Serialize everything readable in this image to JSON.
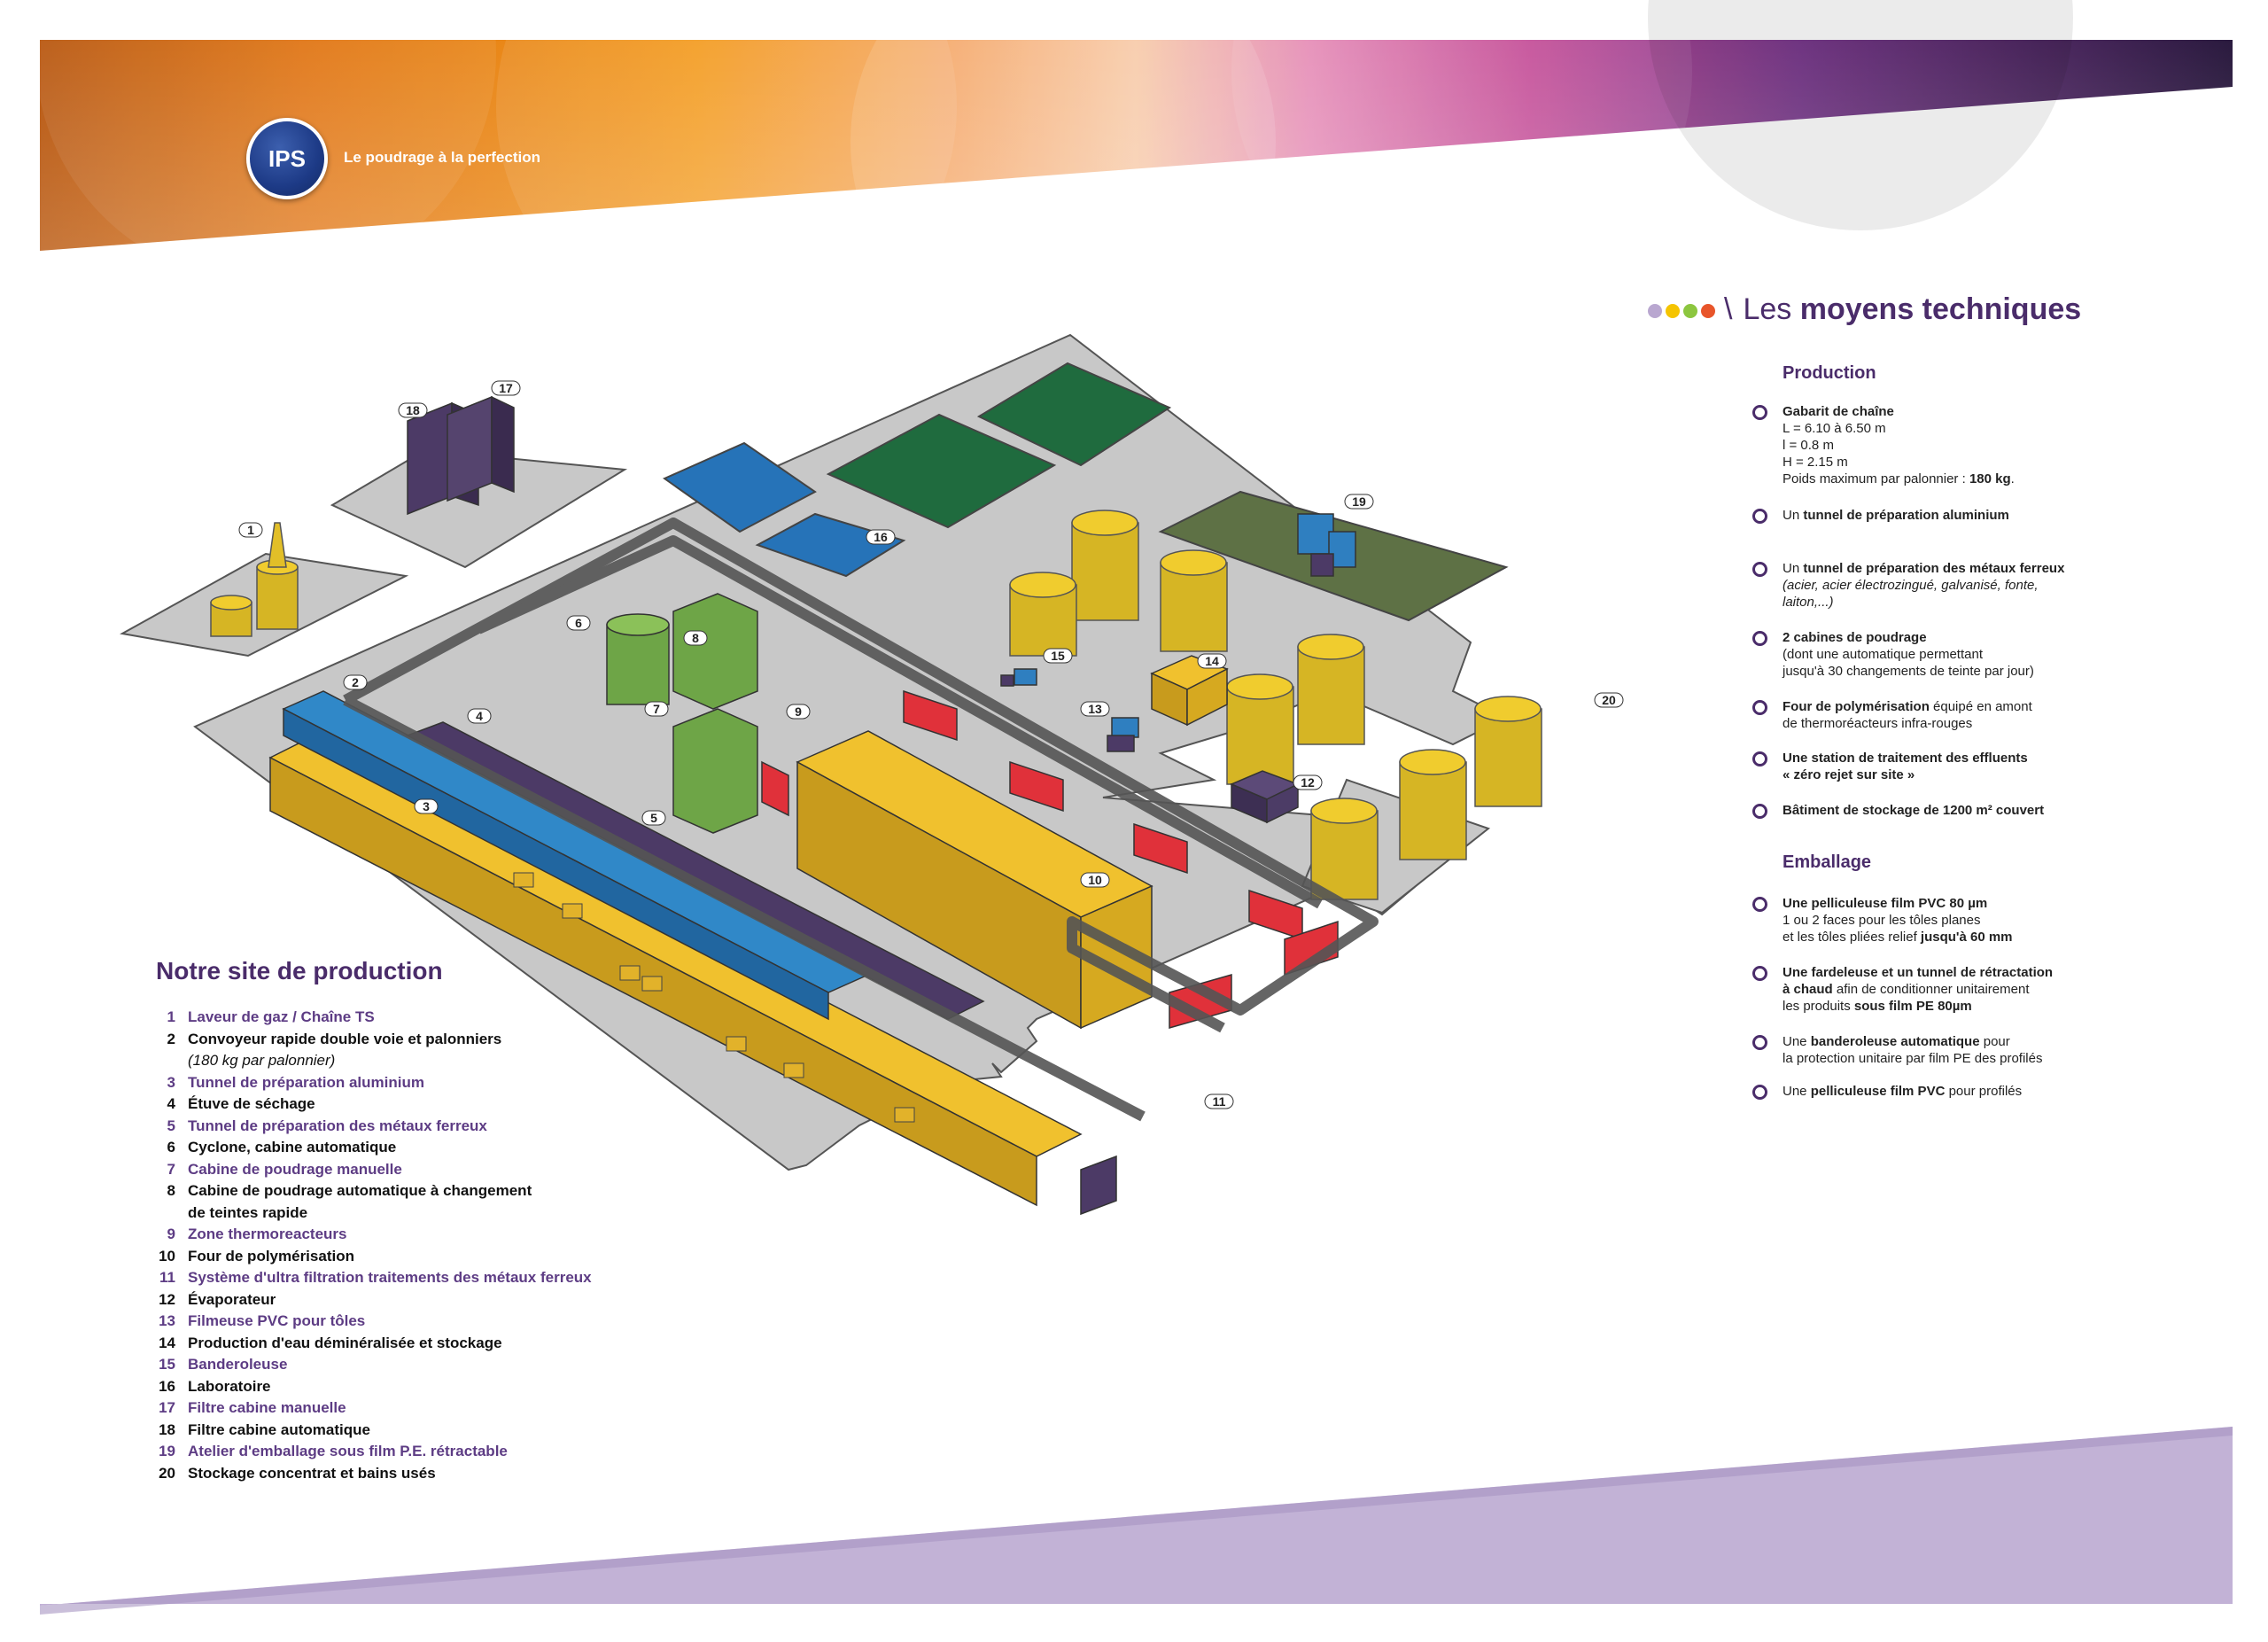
{
  "header": {
    "logo_text": "IPS",
    "tagline": "Le poudrage à la perfection"
  },
  "right": {
    "title_light": "Les",
    "title_bold": "moyens techniques",
    "production_heading": "Production",
    "emballage_heading": "Emballage",
    "production_items": [
      {
        "bold": "Gabarit de chaîne",
        "lines": [
          "L = 6.10 à 6.50 m",
          "l = 0.8 m",
          "H = 2.15 m"
        ],
        "extra_pre": "Poids maximum par palonnier : ",
        "extra_bold": "180 kg",
        "extra_post": "."
      },
      {
        "pre": "Un ",
        "bold": "tunnel de préparation aluminium"
      },
      {
        "pre": "Un ",
        "bold": "tunnel de préparation des métaux ferreux",
        "italic": "(acier, acier électrozingué, galvanisé, fonte, laiton,...)"
      },
      {
        "bold": "2 cabines de poudrage",
        "lines": [
          "(dont une automatique permettant",
          "jusqu'à 30 changements de teinte par jour)"
        ]
      },
      {
        "bold": "Four de polymérisation",
        "post": " équipé en amont",
        "lines": [
          "de thermoréacteurs infra-rouges"
        ]
      },
      {
        "bold": "Une station de traitement des effluents",
        "bold2": "« zéro rejet sur site »"
      },
      {
        "bold": "Bâtiment de stockage de 1200 m² couvert"
      }
    ],
    "emballage_items": [
      {
        "bold": "Une pelliculeuse film PVC 80 µm",
        "line1": "1 ou 2 faces pour les tôles planes",
        "line2_pre": "et les tôles pliées relief ",
        "line2_bold": "jusqu'à 60 mm"
      },
      {
        "bold": "Une fardeleuse et un tunnel de rétractation",
        "bold2": "à chaud",
        "post2": " afin de conditionner unitairement",
        "line3_pre": "les produits ",
        "line3_bold": "sous film PE 80µm"
      },
      {
        "pre": "Une ",
        "bold": "banderoleuse automatique",
        "post": " pour",
        "line2": "la protection unitaire par film PE des profilés"
      },
      {
        "pre": "Une ",
        "bold": "pelliculeuse film PVC",
        "post": " pour profilés"
      }
    ]
  },
  "site": {
    "title": "Notre site de production",
    "legend": [
      {
        "num": "1",
        "label": "Laveur de gaz / Chaîne TS",
        "color": "purple"
      },
      {
        "num": "2",
        "label": "Convoyeur rapide double voie et palonniers",
        "color": "black",
        "sub": "(180 kg par palonnier)"
      },
      {
        "num": "3",
        "label": "Tunnel de préparation aluminium",
        "color": "purple"
      },
      {
        "num": "4",
        "label": "Étuve de séchage",
        "color": "black"
      },
      {
        "num": "5",
        "label": "Tunnel de préparation des métaux ferreux",
        "color": "purple"
      },
      {
        "num": "6",
        "label": "Cyclone, cabine automatique",
        "color": "black"
      },
      {
        "num": "7",
        "label": "Cabine de poudrage manuelle",
        "color": "purple"
      },
      {
        "num": "8",
        "label": "Cabine de poudrage automatique à changement",
        "color": "black",
        "sub": "de teintes rapide"
      },
      {
        "num": "9",
        "label": "Zone thermoreacteurs",
        "color": "purple"
      },
      {
        "num": "10",
        "label": "Four de polymérisation",
        "color": "black"
      },
      {
        "num": "11",
        "label": "Système d'ultra filtration traitements des métaux ferreux",
        "color": "purple"
      },
      {
        "num": "12",
        "label": "Évaporateur",
        "color": "black"
      },
      {
        "num": "13",
        "label": "Filmeuse PVC pour tôles",
        "color": "purple"
      },
      {
        "num": "14",
        "label": "Production d'eau déminéralisée et stockage",
        "color": "black"
      },
      {
        "num": "15",
        "label": "Banderoleuse",
        "color": "purple"
      },
      {
        "num": "16",
        "label": "Laboratoire",
        "color": "black"
      },
      {
        "num": "17",
        "label": "Filtre cabine manuelle",
        "color": "purple"
      },
      {
        "num": "18",
        "label": "Filtre cabine automatique",
        "color": "black"
      },
      {
        "num": "19",
        "label": "Atelier d'emballage sous film P.E. rétractable",
        "color": "purple"
      },
      {
        "num": "20",
        "label": "Stockage concentrat et bains usés",
        "color": "black"
      }
    ]
  },
  "diagram_tags": [
    "1",
    "2",
    "3",
    "4",
    "5",
    "6",
    "7",
    "8",
    "9",
    "10",
    "11",
    "12",
    "13",
    "14",
    "15",
    "16",
    "17",
    "18",
    "19",
    "20"
  ],
  "colors": {
    "purple": "#5d3c84",
    "dot1": "#b9a7d0",
    "dot2": "#f5c400",
    "dot3": "#8cc63f",
    "dot4": "#e8552a"
  }
}
